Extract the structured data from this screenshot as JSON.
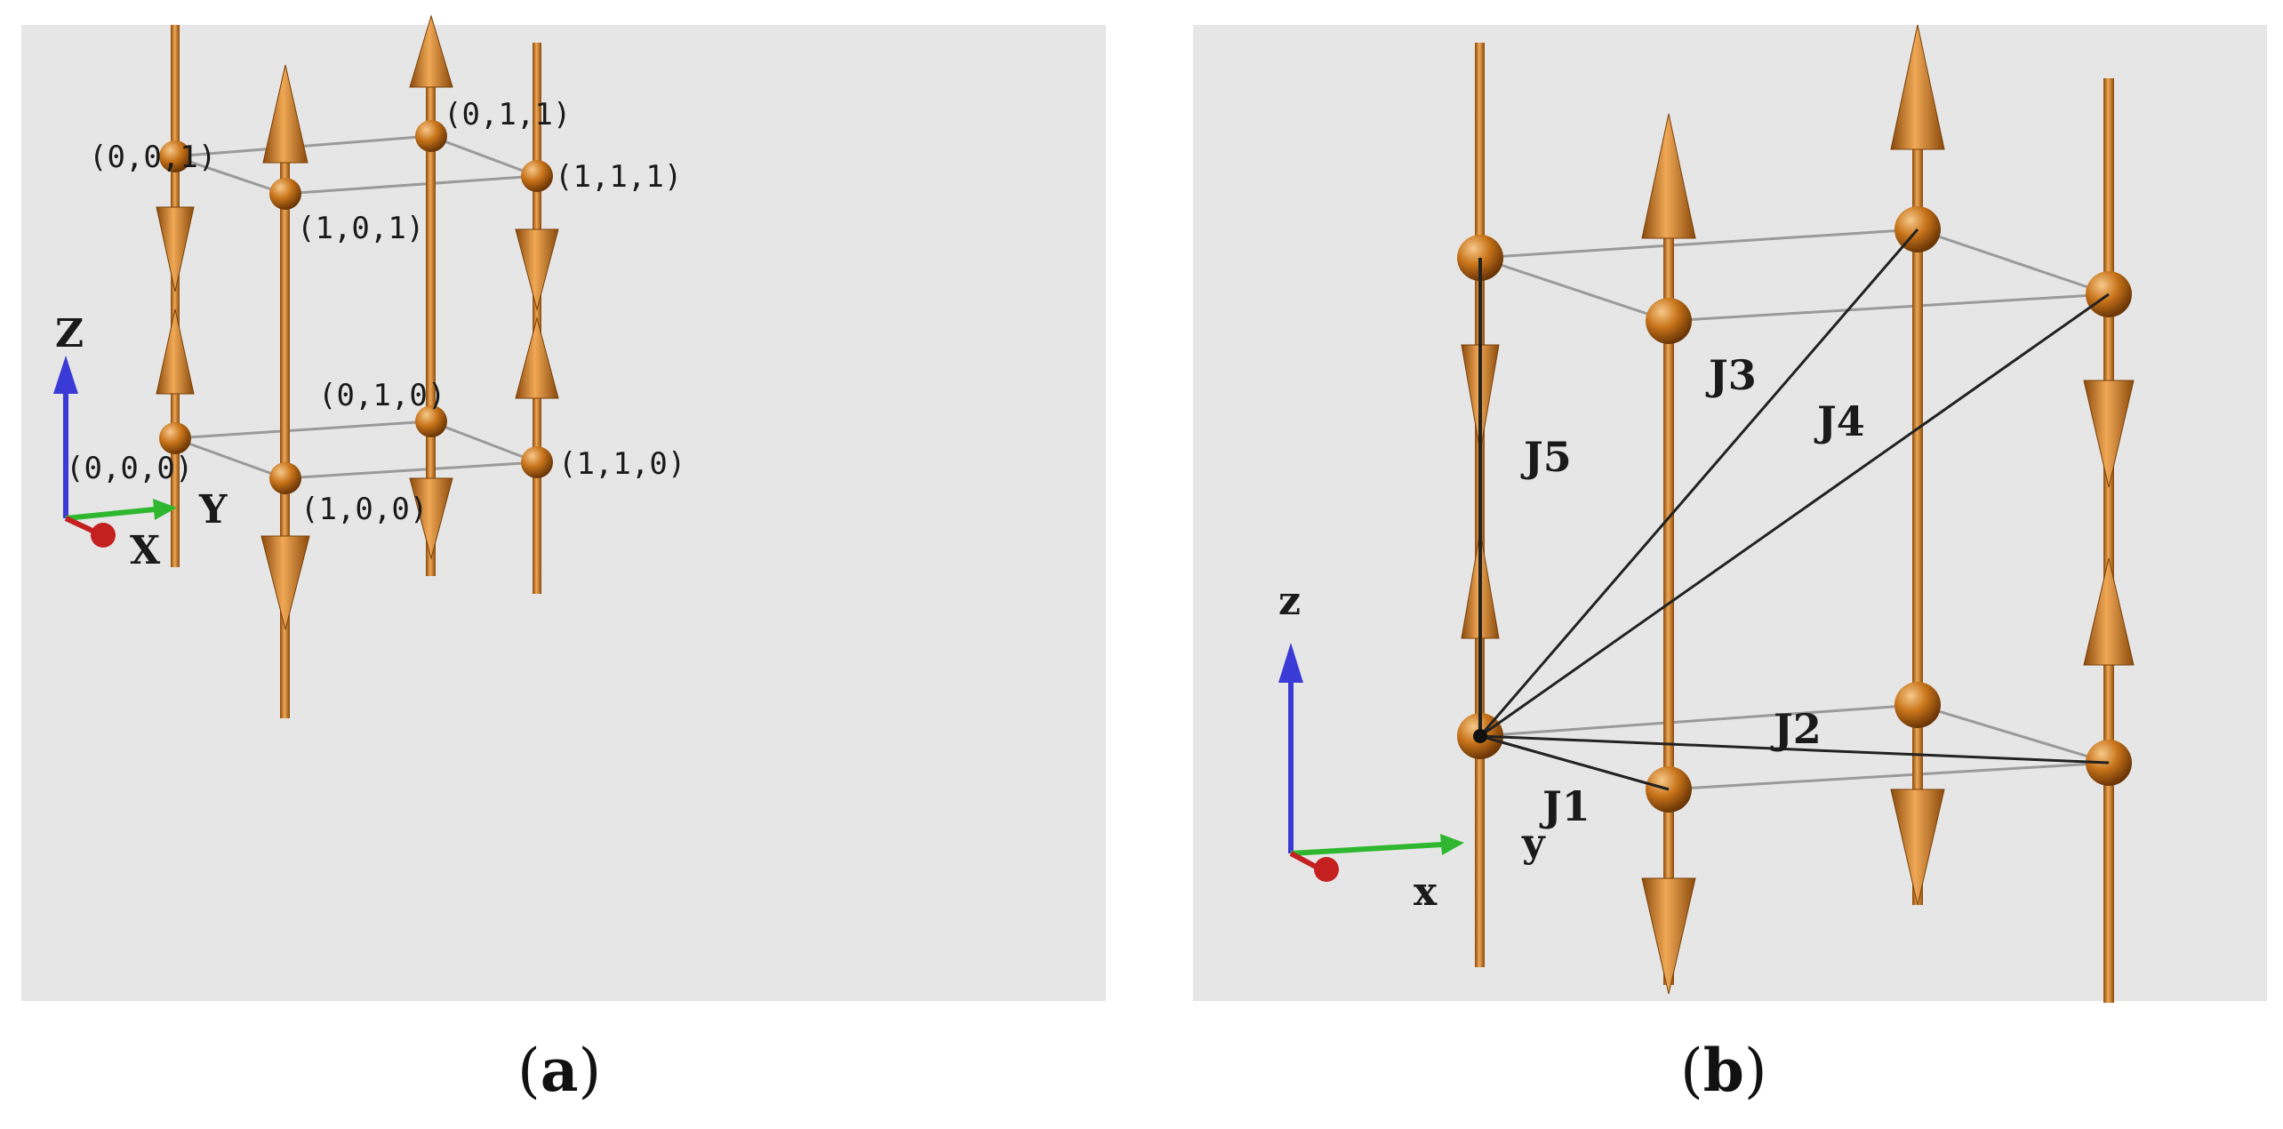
{
  "panel_a": {
    "caption_open": "(",
    "caption_letter": "a",
    "caption_close": ")",
    "site_labels": [
      "(0,0,1)",
      "(1,0,1)",
      "(0,1,1)",
      "(1,1,1)",
      "(0,0,0)",
      "(1,0,0)",
      "(0,1,0)",
      "(1,1,0)"
    ],
    "axes": {
      "z": "Z",
      "y": "Y",
      "x": "X"
    }
  },
  "panel_b": {
    "caption_open": "(",
    "caption_letter": "b",
    "caption_close": ")",
    "exchange_labels": [
      "J1",
      "J2",
      "J3",
      "J4",
      "J5"
    ],
    "axes": {
      "z": "z",
      "y": "y",
      "x": "x"
    }
  },
  "colors": {
    "spin": "#c8741a",
    "spin_dark": "#8a4a0c",
    "axis_z": "#3a3ad6",
    "axis_y": "#2fb82f",
    "axis_x": "#c42020",
    "panel_bg": "#e6e6e6"
  }
}
